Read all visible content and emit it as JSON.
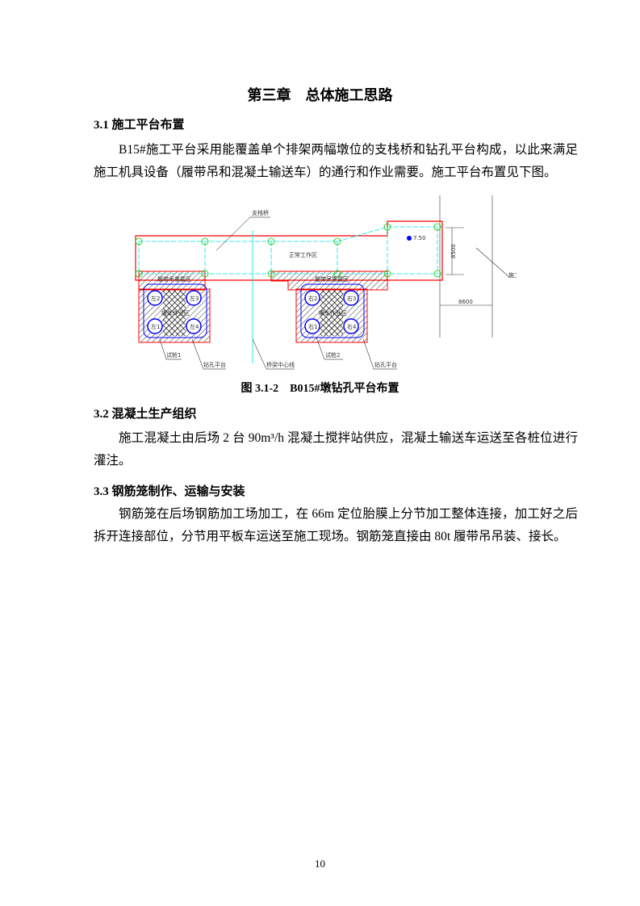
{
  "chapter_title": "第三章　总体施工思路",
  "sections": [
    {
      "heading": "3.1  施工平台布置",
      "paragraphs": [
        "B15#施工平台采用能覆盖单个排架两幅墩位的支栈桥和钻孔平台构成，以此来满足施工机具设备（履带吊和混凝土输送车）的通行和作业需要。施工平台布置见下图。"
      ]
    },
    {
      "heading": "3.2  混凝土生产组织",
      "paragraphs": [
        "施工混凝土由后场 2 台 90m³/h 混凝土搅拌站供应，混凝土输送车运送至各桩位进行灌注。"
      ]
    },
    {
      "heading": "3.3  钢筋笼制作、运输与安装",
      "paragraphs": [
        "钢筋笼在后场钢筋加工场加工，在 66m 定位胎膜上分节加工整体连接，加工好之后拆开连接部位，分节用平板车运送至施工现场。钢筋笼直接由 80t 履带吊吊装、接长。"
      ]
    }
  ],
  "figure": {
    "caption": "图 3.1-2　B015#墩钻孔平台布置",
    "labels": {
      "branch_trestle": "支栈桥",
      "normal_work_area": "正常工作区",
      "crane_heavy_area": "履带吊重载区",
      "truck_area": "罐车作业区",
      "elevation": "7.50",
      "dim_vertical": "8500",
      "dim_horizontal": "8600",
      "construction_trestle": "施工栈桥",
      "test_pile_1": "试桩1",
      "test_pile_2": "试桩2",
      "drill_platform": "钻孔平台",
      "bridge_centerline": "桥梁中心线",
      "piles_left": [
        "左1",
        "左2",
        "左3",
        "左4"
      ],
      "piles_right": [
        "右1",
        "右2",
        "右3",
        "右4"
      ]
    },
    "colors": {
      "outline": "#ff0000",
      "axis": "#00e5e5",
      "pile": "#0000ff",
      "node": "#00cc00"
    }
  },
  "page_number": "10"
}
